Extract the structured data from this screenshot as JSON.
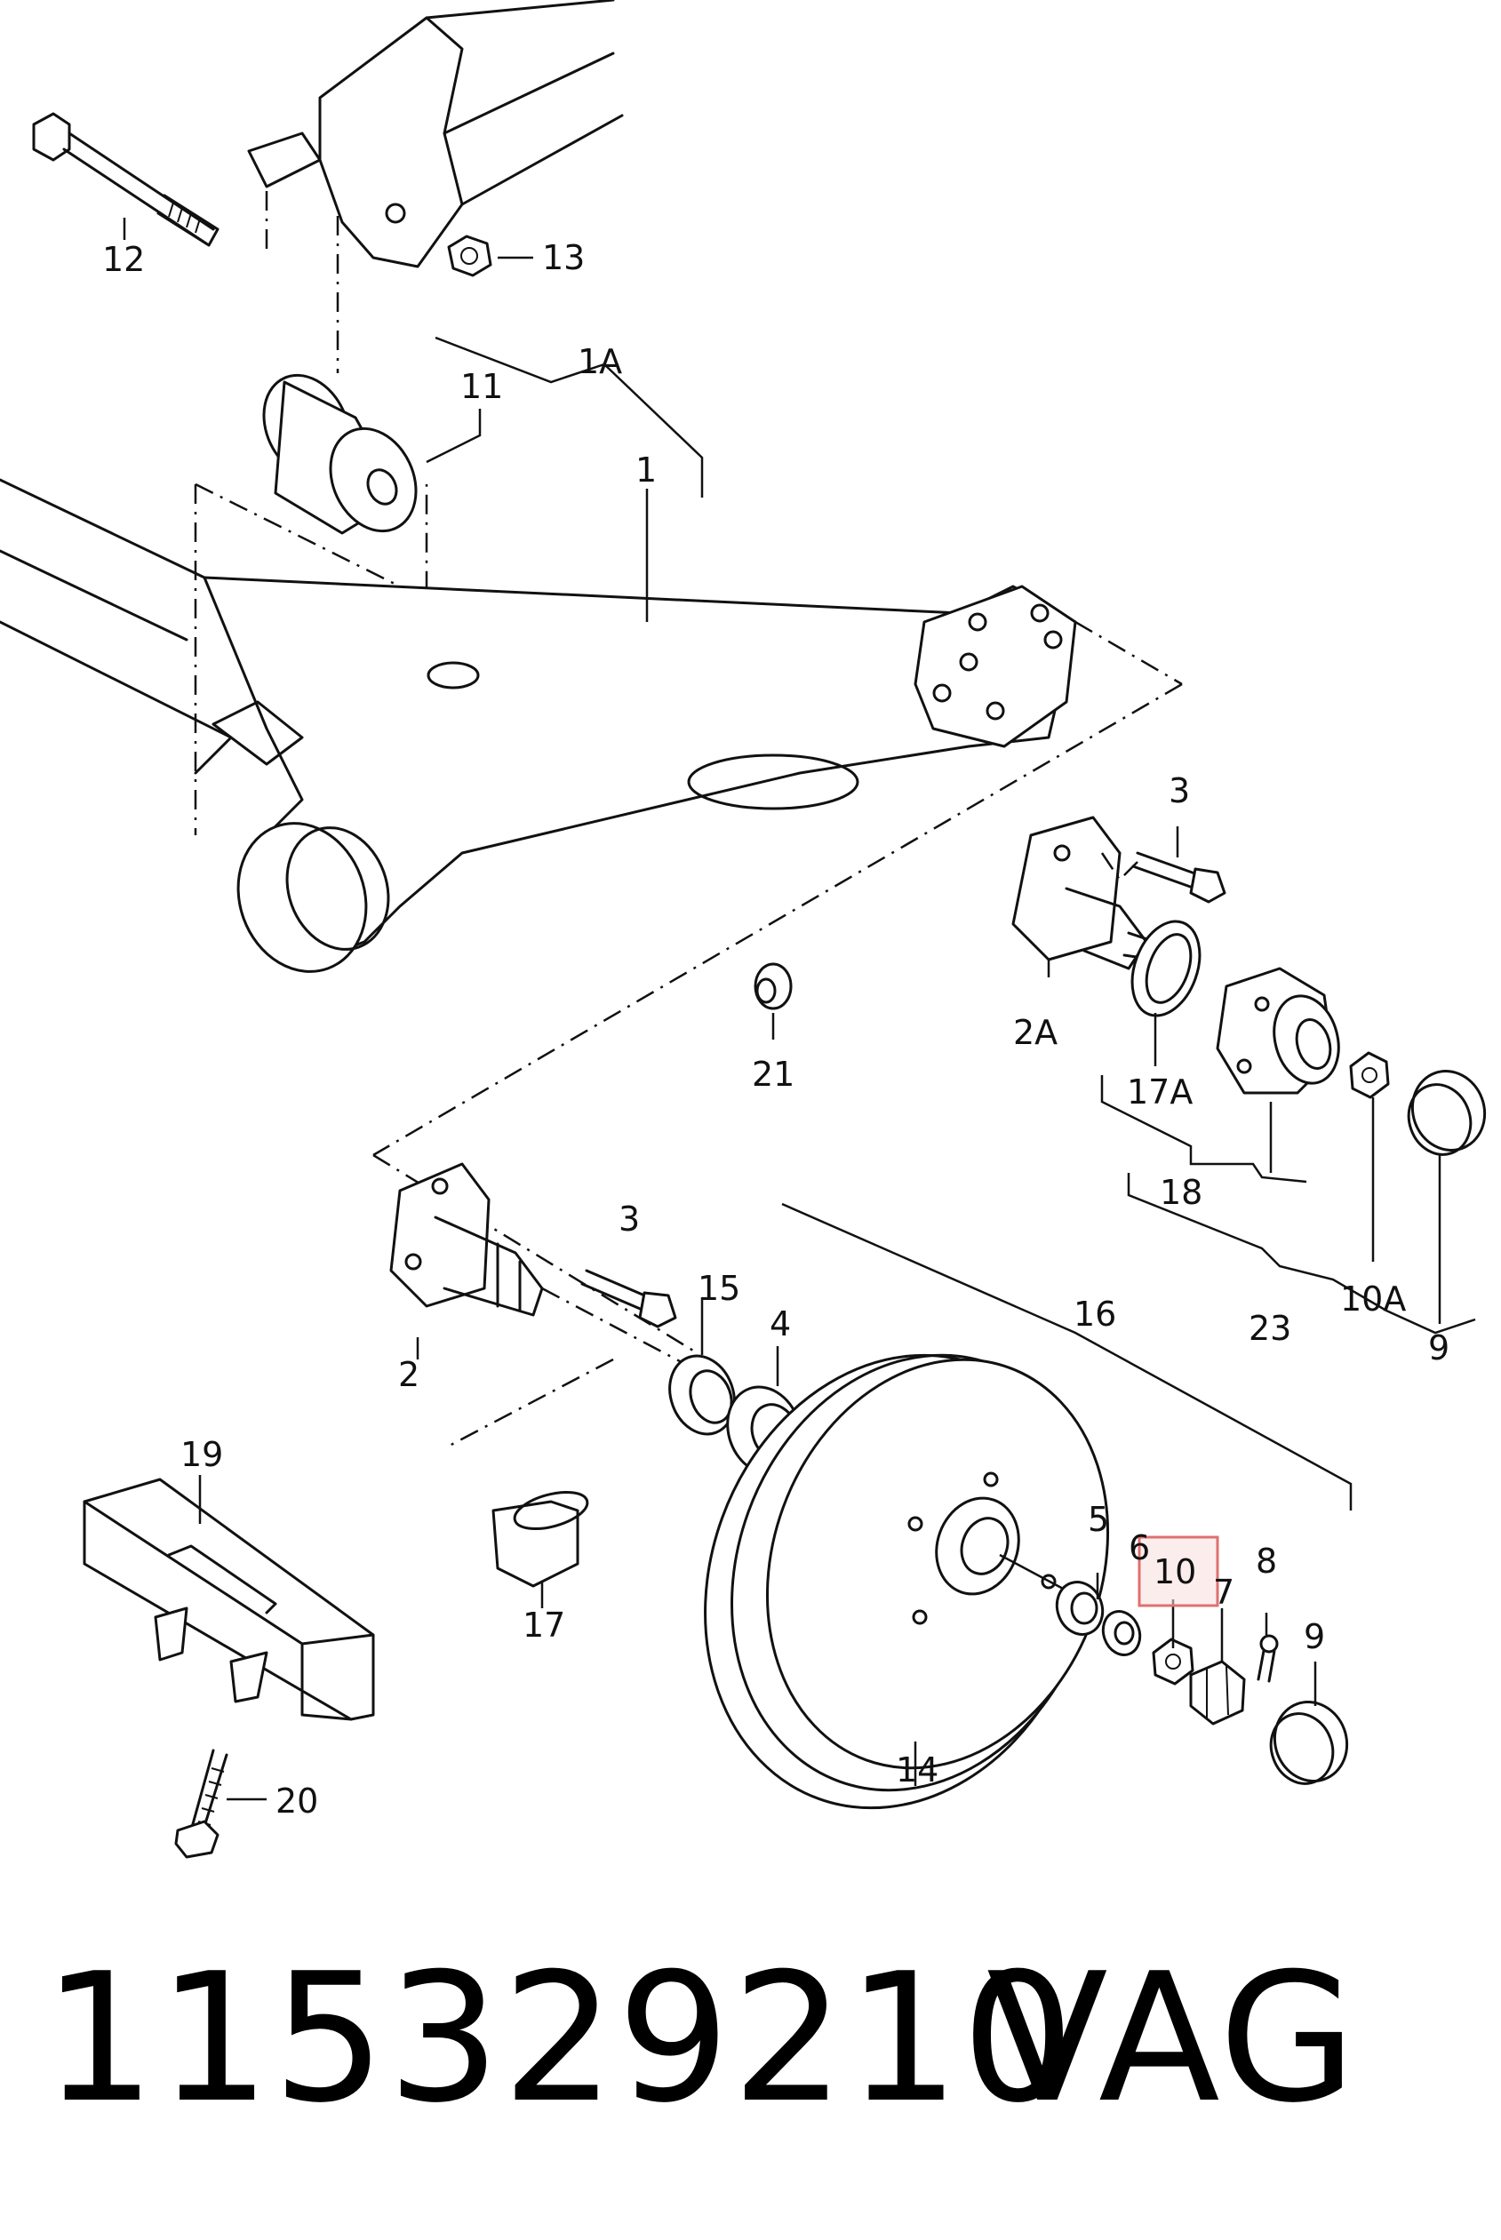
{
  "diagram": {
    "callouts": {
      "c12": "12",
      "c13": "13",
      "c11": "11",
      "c1A": "1A",
      "c1": "1",
      "c3a": "3",
      "c2A": "2A",
      "c21": "21",
      "c17A": "17A",
      "c18": "18",
      "c10A": "10A",
      "c23": "23",
      "c9a": "9",
      "c3b": "3",
      "c15": "15",
      "c4": "4",
      "c16": "16",
      "c2": "2",
      "c19": "19",
      "c17": "17",
      "c5": "5",
      "c6": "6",
      "c10": "10",
      "c7": "7",
      "c8": "8",
      "c9b": "9",
      "c14": "14",
      "c20": "20"
    },
    "highlighted_callout": "10",
    "highlight_color": "#e07070"
  },
  "footer": {
    "part_number": "115329210",
    "brand": "VAG"
  }
}
